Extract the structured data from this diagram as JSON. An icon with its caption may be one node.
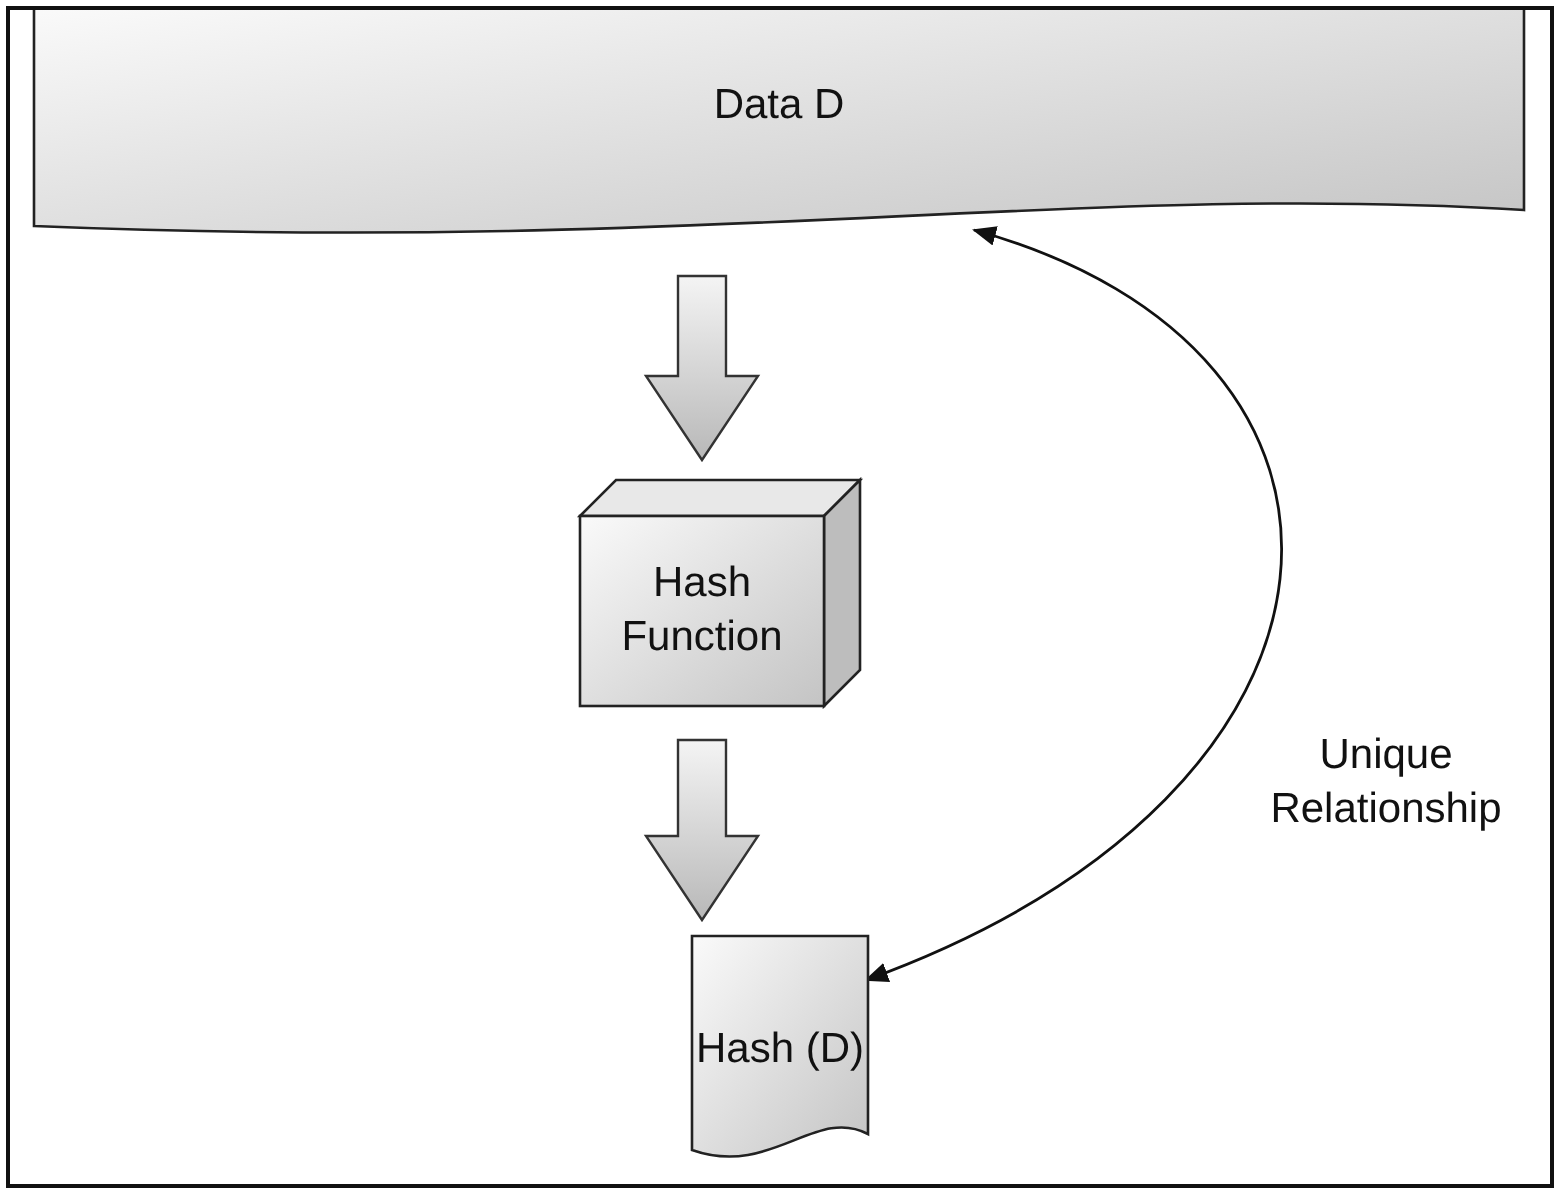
{
  "diagram": {
    "nodes": [
      {
        "text": [
          "Data D"
        ]
      },
      {
        "text": [
          "Hash Function"
        ]
      },
      {
        "text": [
          "Hash (D)"
        ]
      }
    ],
    "edges": [
      {
        "from": 0,
        "to": 1,
        "arrow": "to",
        "style": "thick"
      },
      {
        "from": 1,
        "to": 2,
        "arrow": "to",
        "style": "thick"
      },
      {
        "from": 0,
        "to": 2,
        "arrow": "both",
        "label": "Unique Relationship"
      }
    ]
  }
}
